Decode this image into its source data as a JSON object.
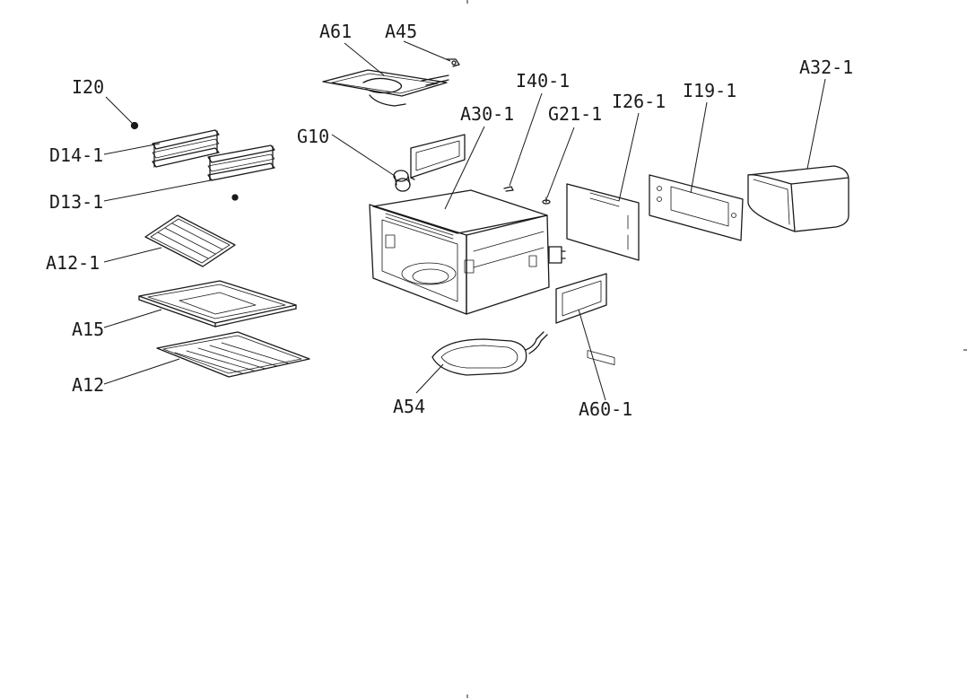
{
  "labels": {
    "A61": "A61",
    "A45": "A45",
    "I20": "I20",
    "I40_1": "I40-1",
    "A32_1": "A32-1",
    "I19_1": "I19-1",
    "I26_1": "I26-1",
    "A30_1": "A30-1",
    "G21_1": "G21-1",
    "G10": "G10",
    "D14_1": "D14-1",
    "D13_1": "D13-1",
    "A12_1": "A12-1",
    "A15": "A15",
    "A12": "A12",
    "A54": "A54",
    "A60_1": "A60-1"
  }
}
